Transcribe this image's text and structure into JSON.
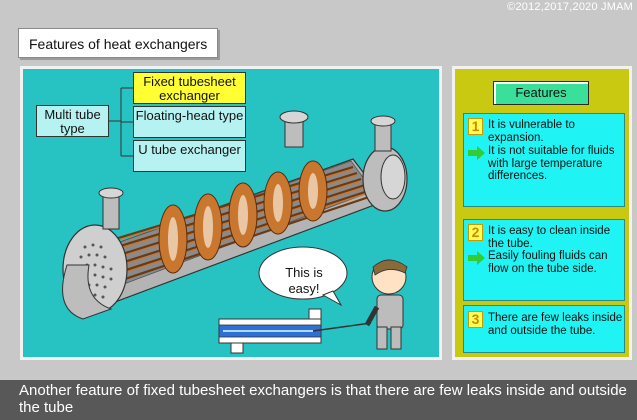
{
  "copyright": "©2012,2017,2020 JMAM",
  "page_title": "Features of heat exchangers",
  "diagram": {
    "multi_tube": "Multi tube type",
    "fixed_tubesheet": "Fixed tubesheet exchanger",
    "floating_head": "Floating-head type",
    "u_tube": "U tube exchanger",
    "speech_bubble": "This is easy!"
  },
  "features": {
    "title": "Features",
    "items": [
      {
        "number": "1",
        "point": "It is vulnerable to expansion.",
        "result": "It is not suitable for fluids with large temperature differences."
      },
      {
        "number": "2",
        "point": "It is easy to clean inside the tube.",
        "result": "Easily fouling fluids can flow on the tube side."
      },
      {
        "number": "3",
        "point": "There are few leaks inside and outside the tube."
      }
    ]
  },
  "caption": "Another feature of fixed tubesheet exchangers is that there are few leaks inside and outside the tube",
  "colors": {
    "background": "#c8c8c8",
    "diagram_panel": "#27c3c3",
    "highlight_label": "#ffff33",
    "features_panel": "#c9c911",
    "feature_box": "#1ff3f3",
    "features_title": "#3adf9a",
    "arrow": "#33cc33",
    "caption_bar": "#585858"
  }
}
